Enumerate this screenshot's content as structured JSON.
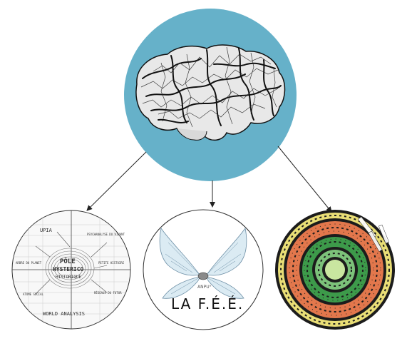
{
  "colors": {
    "brain_circle": "#66b1c9",
    "ring_orange": "#e2774c",
    "ring_green": "#3d9a4a",
    "ring_yellow": "#e9de76",
    "ring_dark": "#1c1c1c"
  },
  "nodes": {
    "left": {
      "labels": {
        "upia": "UPIA",
        "pole": "PÔLE",
        "hysterico": "HYSTERICO",
        "historique": "HISTORIQUE",
        "world": "WORLD ANALYSIS",
        "psy": "PSYCHANALYSE DU VIVANT",
        "petite": "PETITE HISTOIRE",
        "arbre": "ARBRE DU PLANET",
        "reseaux": "RÉSEAUX DU FUTUR",
        "atome": "ATOME SOCIAL"
      }
    },
    "middle": {
      "anpu": "ANPU°",
      "title": "LA F.É.É."
    }
  }
}
